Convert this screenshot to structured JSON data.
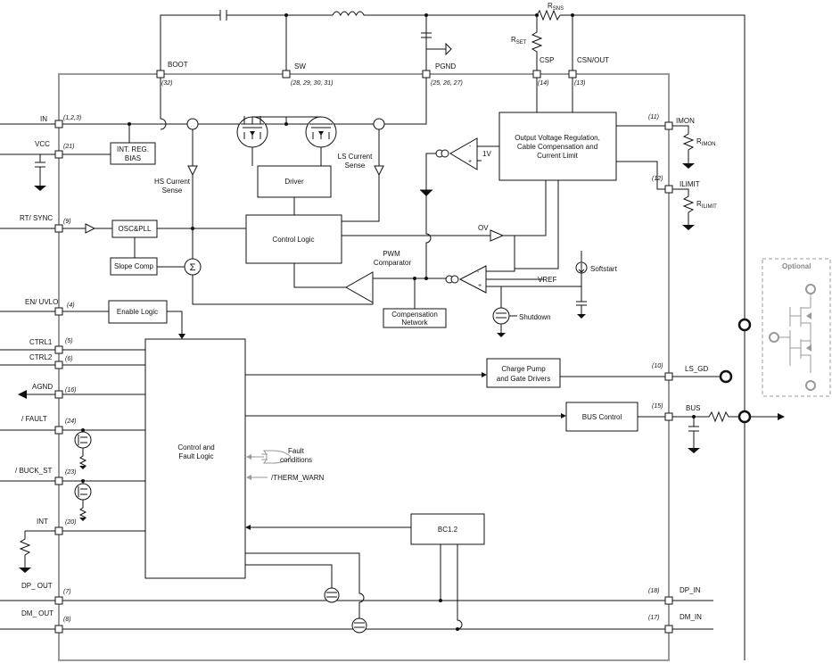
{
  "external": {
    "boot": "BOOT",
    "boot_pin": "(32)",
    "sw": "SW",
    "sw_pin": "(28, 29, 30, 31)",
    "pgnd": "PGND",
    "pgnd_pin": "(25, 26, 27)",
    "csp": "CSP",
    "csp_pin": "(14)",
    "csnout": "CSN/OUT",
    "csnout_pin": "(13)",
    "rsns": "R",
    "rsns_sub": "SNS",
    "rset": "R",
    "rset_sub": "SET",
    "imon_r": "R",
    "imon_r_sub": "IMON",
    "ilimit_r": "R",
    "ilimit_r_sub": "ILIMIT"
  },
  "left_pins": [
    {
      "name": "IN",
      "pin": "(1,2,3)"
    },
    {
      "name": "VCC",
      "pin": "(21)"
    },
    {
      "name": "RT/ SYNC",
      "pin": "(9)"
    },
    {
      "name": "EN/ UVLO",
      "pin": "(4)"
    },
    {
      "name": "CTRL1",
      "pin": "(5)"
    },
    {
      "name": "CTRL2",
      "pin": "(6)"
    },
    {
      "name": "AGND",
      "pin": "(16)"
    },
    {
      "name": "/ FAULT",
      "pin": "(24)"
    },
    {
      "name": "/ BUCK_ST",
      "pin": "(23)"
    },
    {
      "name": "INT",
      "pin": "(20)"
    },
    {
      "name": "DP_ OUT",
      "pin": "(7)"
    },
    {
      "name": "DM_ OUT",
      "pin": "(8)"
    }
  ],
  "right_pins": [
    {
      "name": "IMON",
      "pin": "(11)"
    },
    {
      "name": "ILIMIT",
      "pin": "(12)"
    },
    {
      "name": "LS_GD",
      "pin": "(10)"
    },
    {
      "name": "BUS",
      "pin": "(15)"
    },
    {
      "name": "DP_IN",
      "pin": "(18)"
    },
    {
      "name": "DM_IN",
      "pin": "(17)"
    }
  ],
  "blocks": {
    "int_reg_1": "INT. REG.",
    "int_reg_2": "BIAS",
    "osc_pll": "OSC&PLL",
    "slope_comp": "Slope Comp",
    "enable_logic": "Enable Logic",
    "driver": "Driver",
    "control_logic": "Control Logic",
    "output_reg_1": "Output Voltage Regulation,",
    "output_reg_2": "Cable Compensation and",
    "output_reg_3": "Current Limit",
    "comp_net_1": "Compensation",
    "comp_net_2": "Network",
    "charge_pump_1": "Charge Pump",
    "charge_pump_2": "and Gate Drivers",
    "bus_control": "BUS Control",
    "control_fault_1": "Control and",
    "control_fault_2": "Fault Logic",
    "bc12": "BC1.2"
  },
  "labels": {
    "hs_sense_1": "HS Current",
    "hs_sense_2": "Sense",
    "ls_sense_1": "LS Current",
    "ls_sense_2": "Sense",
    "pwm_1": "PWM",
    "pwm_2": "Comparator",
    "v1": "1V",
    "ov": "OV",
    "vref": "VREF",
    "softstart": "Softstart",
    "shutdown": "Shutdown",
    "fault_cond_1": "Fault",
    "fault_cond_2": "conditions",
    "therm_warn": "/THERM_WARN",
    "sigma": "Σ",
    "plus": "+",
    "minus": "-"
  },
  "optional": "Optional"
}
